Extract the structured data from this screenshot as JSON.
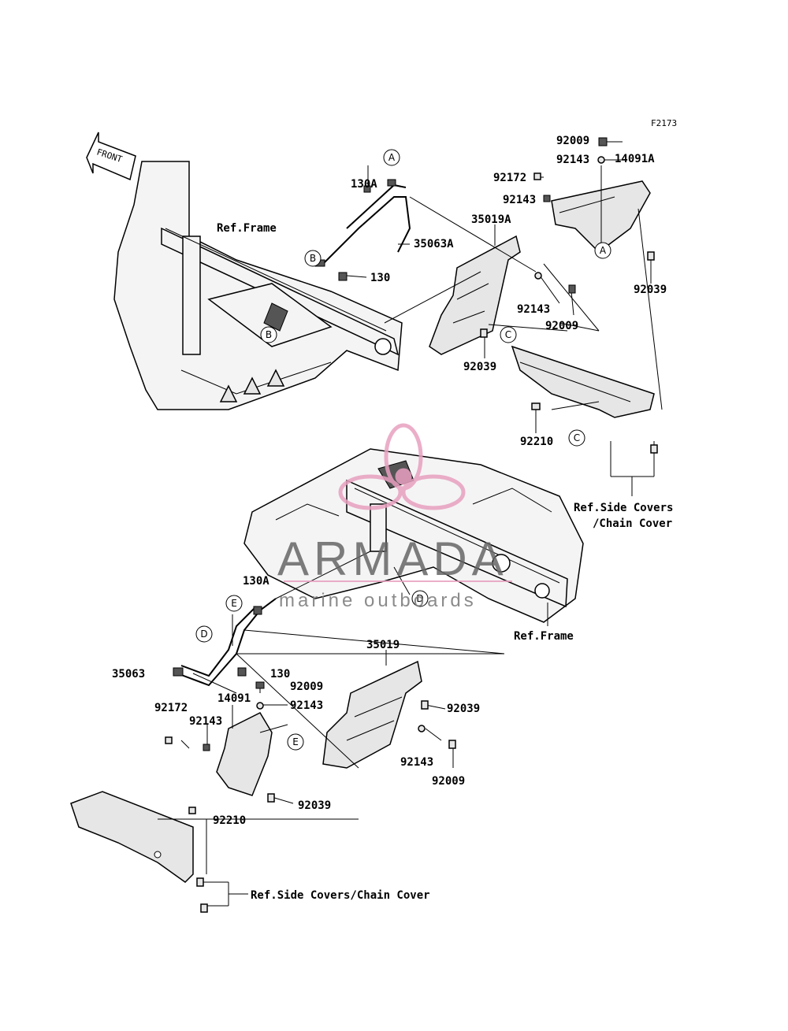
{
  "figure_code": "F2173",
  "front_label": "FRONT",
  "ref_frame": "Ref.Frame",
  "ref_side_line1": "Ref.Side Covers",
  "ref_side_line2": "/Chain Cover",
  "ref_side_full": "Ref.Side Covers/Chain Cover",
  "watermark": {
    "brand": "ARMADA",
    "tagline": "marine outboards",
    "color": "#e8a0c0"
  },
  "markers": {
    "A": "A",
    "B": "B",
    "C": "C",
    "D": "D",
    "E": "E"
  },
  "parts_top": {
    "p92009": "92009",
    "p92143a": "92143",
    "p14091A": "14091A",
    "p92172": "92172",
    "p92143b": "92143",
    "p130A": "130A",
    "p35019A": "35019A",
    "p35063A": "35063A",
    "p130": "130",
    "p92143c": "92143",
    "p92039a": "92039",
    "p92009b": "92009",
    "p92039b": "92039",
    "p92210": "92210"
  },
  "parts_bottom": {
    "p130A": "130A",
    "p35019": "35019",
    "p35063": "35063",
    "p130": "130",
    "p92009a": "92009",
    "p92143a": "92143",
    "p14091": "14091",
    "p92172": "92172",
    "p92143b": "92143",
    "p92039a": "92039",
    "p92143c": "92143",
    "p92039b": "92039",
    "p92009b": "92009",
    "p92210": "92210"
  }
}
